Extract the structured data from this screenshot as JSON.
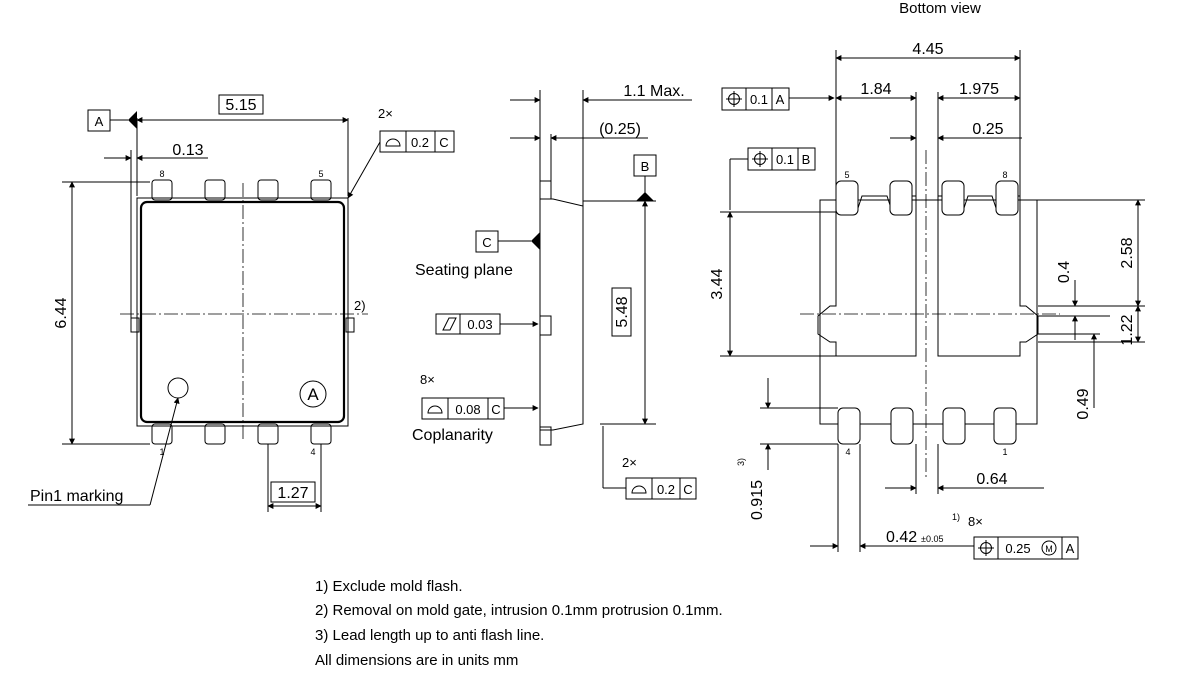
{
  "top_view": {
    "width": "5.15",
    "height": "6.44",
    "offset": "0.13",
    "pitch": "1.27",
    "datum_a": "A",
    "profile_count": "2×",
    "profile_value": "0.2",
    "profile_datum": "C",
    "note_ref": "2)",
    "circle_label": "A",
    "pin1_marking": "Pin1 marking",
    "pin_8": "8",
    "pin_5": "5",
    "pin_1": "1",
    "pin_4": "4"
  },
  "side_view": {
    "max_height": "1.1 Max.",
    "standoff": "(0.25)",
    "datum_b": "B",
    "datum_c": "C",
    "seating_plane": "Seating plane",
    "flatness_value": "0.03",
    "height": "5.48",
    "coplanarity_count": "8×",
    "coplanarity_value": "0.08",
    "coplanarity_datum": "C",
    "coplanarity_label": "Coplanarity",
    "profile_count": "2×",
    "profile_value": "0.2",
    "profile_datum": "C"
  },
  "bottom_view": {
    "title": "Bottom view",
    "width": "4.45",
    "pad_left": "1.84",
    "pad_right": "1.975",
    "gap": "0.25",
    "pos_a_value": "0.1",
    "pos_a_datum": "A",
    "pos_b_value": "0.1",
    "pos_b_datum": "B",
    "pad_height": "3.44",
    "upper_height": "2.58",
    "notch": "0.4",
    "notch_span": "1.22",
    "lead_to_pad": "0.49",
    "lead_length": "0.915",
    "lead_length_ref": "3)",
    "lead_pitch": "0.64",
    "lead_width": "0.42",
    "lead_width_tol": "±0.05",
    "lead_width_ref": "1)",
    "lead_count": "8×",
    "lead_pos_value": "0.25",
    "lead_pos_mod": "M",
    "lead_pos_datum": "A",
    "pin_5": "5",
    "pin_8": "8",
    "pin_4": "4",
    "pin_1": "1"
  },
  "notes": [
    "1) Exclude mold flash.",
    "2) Removal on mold gate, intrusion 0.1mm protrusion 0.1mm.",
    "3) Lead length up to anti flash line.",
    "All dimensions are in units mm"
  ]
}
